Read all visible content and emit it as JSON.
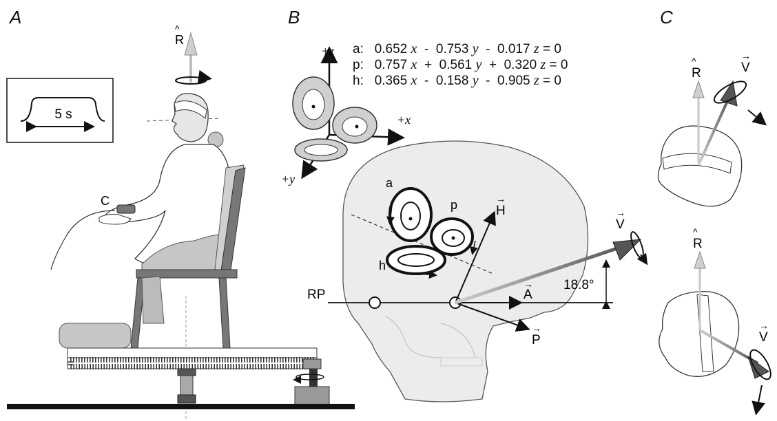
{
  "panels": {
    "a": "A",
    "b": "B",
    "c": "C"
  },
  "panel_a": {
    "stimulus_duration": "5 s",
    "rotation_axis": "R",
    "controller": "C"
  },
  "panel_b": {
    "canal_axes": {
      "z": "+z",
      "x": "+x",
      "y": "+y"
    },
    "equations": [
      {
        "canal": "a:",
        "c1": "0.652",
        "s1": "-",
        "c2": "0.753",
        "s2": "-",
        "c3": "0.017",
        "rhs": "= 0"
      },
      {
        "canal": "p:",
        "c1": "0.757",
        "s1": "+",
        "c2": "0.561",
        "s2": "+",
        "c3": "0.320",
        "rhs": "= 0"
      },
      {
        "canal": "h:",
        "c1": "0.365",
        "s1": "-",
        "c2": "0.158",
        "s2": "-",
        "c3": "0.905",
        "rhs": "= 0"
      }
    ],
    "var_symbols": {
      "x": "x",
      "y": "y",
      "z": "z"
    },
    "canal_labels": {
      "a": "a",
      "p": "p",
      "h": "h"
    },
    "vectors": {
      "H": "H",
      "V": "V",
      "A": "A",
      "P": "P"
    },
    "plane_label": "RP",
    "angle": "18.8°"
  },
  "panel_c": {
    "top": {
      "r": "R",
      "v": "V"
    },
    "bottom": {
      "r": "R",
      "v": "V"
    }
  },
  "colors": {
    "ink": "#111111",
    "gray_fill": "#c8c8c8",
    "skull": "#ececec",
    "arrow_gray": "#b8b8b8"
  }
}
